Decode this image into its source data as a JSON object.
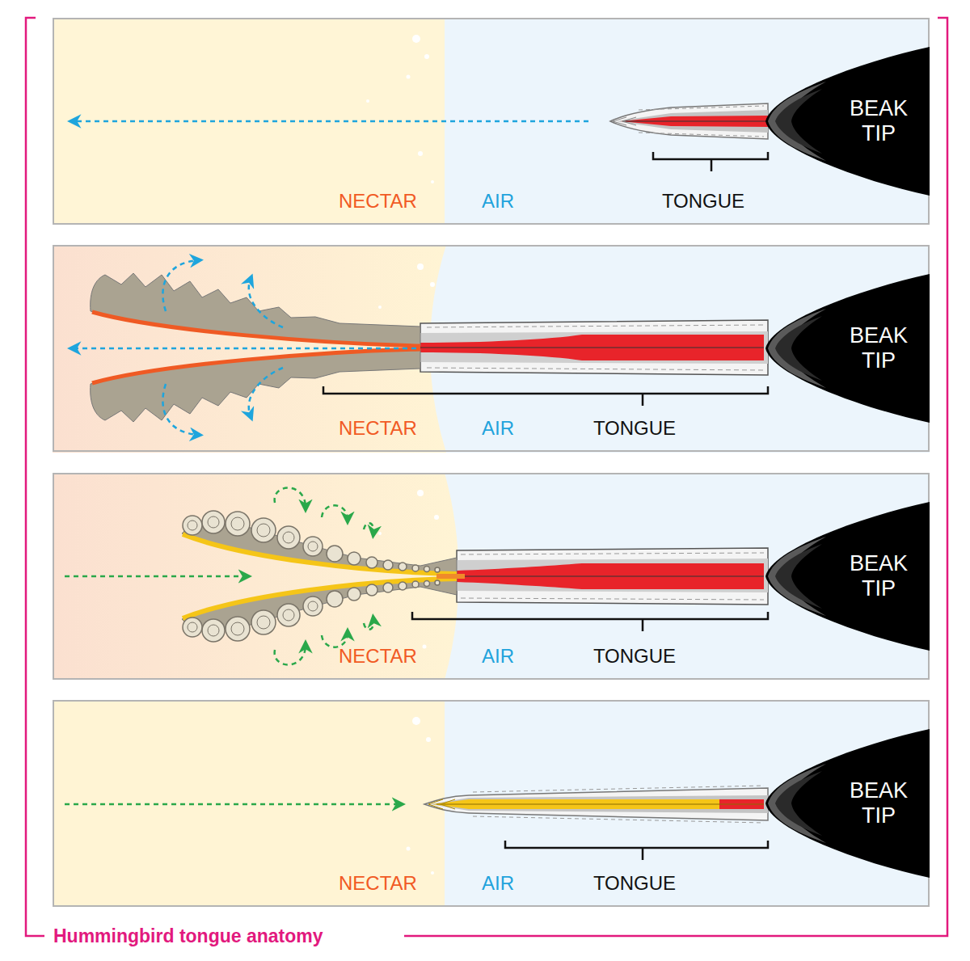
{
  "diagram": {
    "title": "Hummingbird tongue anatomy",
    "nodes": [
      {
        "text": [
          "NECTAR",
          "AIR",
          "TONGUE"
        ]
      },
      {
        "text": [
          "BEAK TIP"
        ],
        "in": 0
      },
      {
        "text": [
          "NECTAR",
          "AIR",
          "TONGUE"
        ]
      },
      {
        "text": [
          "BEAK TIP"
        ],
        "in": 2
      },
      {
        "text": [
          "NECTAR",
          "AIR",
          "TONGUE"
        ]
      },
      {
        "text": [
          "BEAK TIP"
        ],
        "in": 4
      },
      {
        "text": [
          "NECTAR",
          "AIR",
          "TONGUE"
        ]
      },
      {
        "text": [
          "BEAK TIP"
        ],
        "in": 6
      }
    ]
  }
}
